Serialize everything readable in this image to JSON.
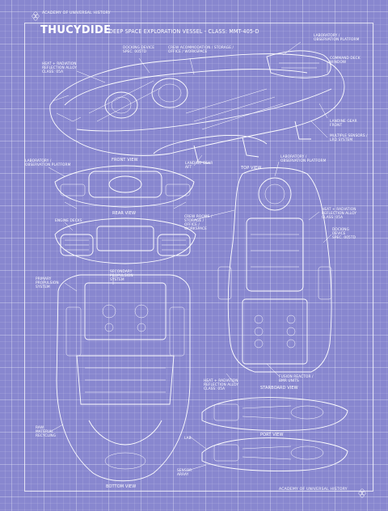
{
  "header": {
    "academy_top": "ACADEMY OF UNIVERSAL HISTORY",
    "title": "THUCYDIDE",
    "subtitle": "DEEP SPACE EXPLORATION VESSEL - CLASS: MMT-405-D",
    "academy_bottom": "ACADEMY OF UNIVERSAL HISTORY"
  },
  "views": {
    "front": "FRONT VIEW",
    "rear": "REAR VIEW",
    "top": "TOP VIEW",
    "bottom": "BOTTOM VIEW",
    "starboard": "STARBOARD VIEW",
    "port": "PORT VIEW"
  },
  "labels": {
    "lab_obs_top": "LABORATORY /\nOBSERVATION PLATFORM",
    "docking_top": "DOCKING DEVICE\nSPEC. 005TD",
    "crew_top": "CREW ACOMMODATION / STORAGE /\nOFFICE / WORKSPACE",
    "heat_top": "HEAT + RADIATION\nREFLECTION ALLOY\nCLASS: 05A",
    "command_deck": "COMMAND DECK\nWINDOW",
    "landing_front": "LANDINE GEAR\nFRONT",
    "sensors": "MULTIPLE SENSORS /\nLRD SYSTEM",
    "landing_aft": "LANDING GEAR\nAFT",
    "lab_obs_left": "LABORATORY /\nOBSERVATION PLATFORM",
    "lab_obs_right": "LABORATORY /\nOBSERVATION PLATFORM",
    "engine_decks": "ENGINE DECKS",
    "crew_mid": "CREW ROOMS /\nSTORAGE /\nOFFICE /\nWORKSPACE",
    "heat_right": "HEAT + RADIATION\nREFLECTION ALLOY\nCLASS: 05A",
    "docking_right": "DOCKING\nDEVICE\nSPEC. 005TD",
    "primary_prop": "PRIMARY\nPROPULSION\nSYSTEM",
    "secondary_prop": "SECONDARY\nPROPULSION\nSYSTEM",
    "heat_bottom": "HEAT + RADIATION\nREFLECTION ALLOY\nCLASS: 05A",
    "fusion": "FUSION REACTOR /\nBMR UNITS",
    "raw_material": "RAW\nMATERIAL\nRECYCLING",
    "lab": "LAB",
    "sensor_array": "SENSOR\nARRAY"
  },
  "colors": {
    "background": "#8887cf",
    "ink": "#ffffff"
  },
  "icons": {
    "logo": "atom-logo-icon"
  }
}
